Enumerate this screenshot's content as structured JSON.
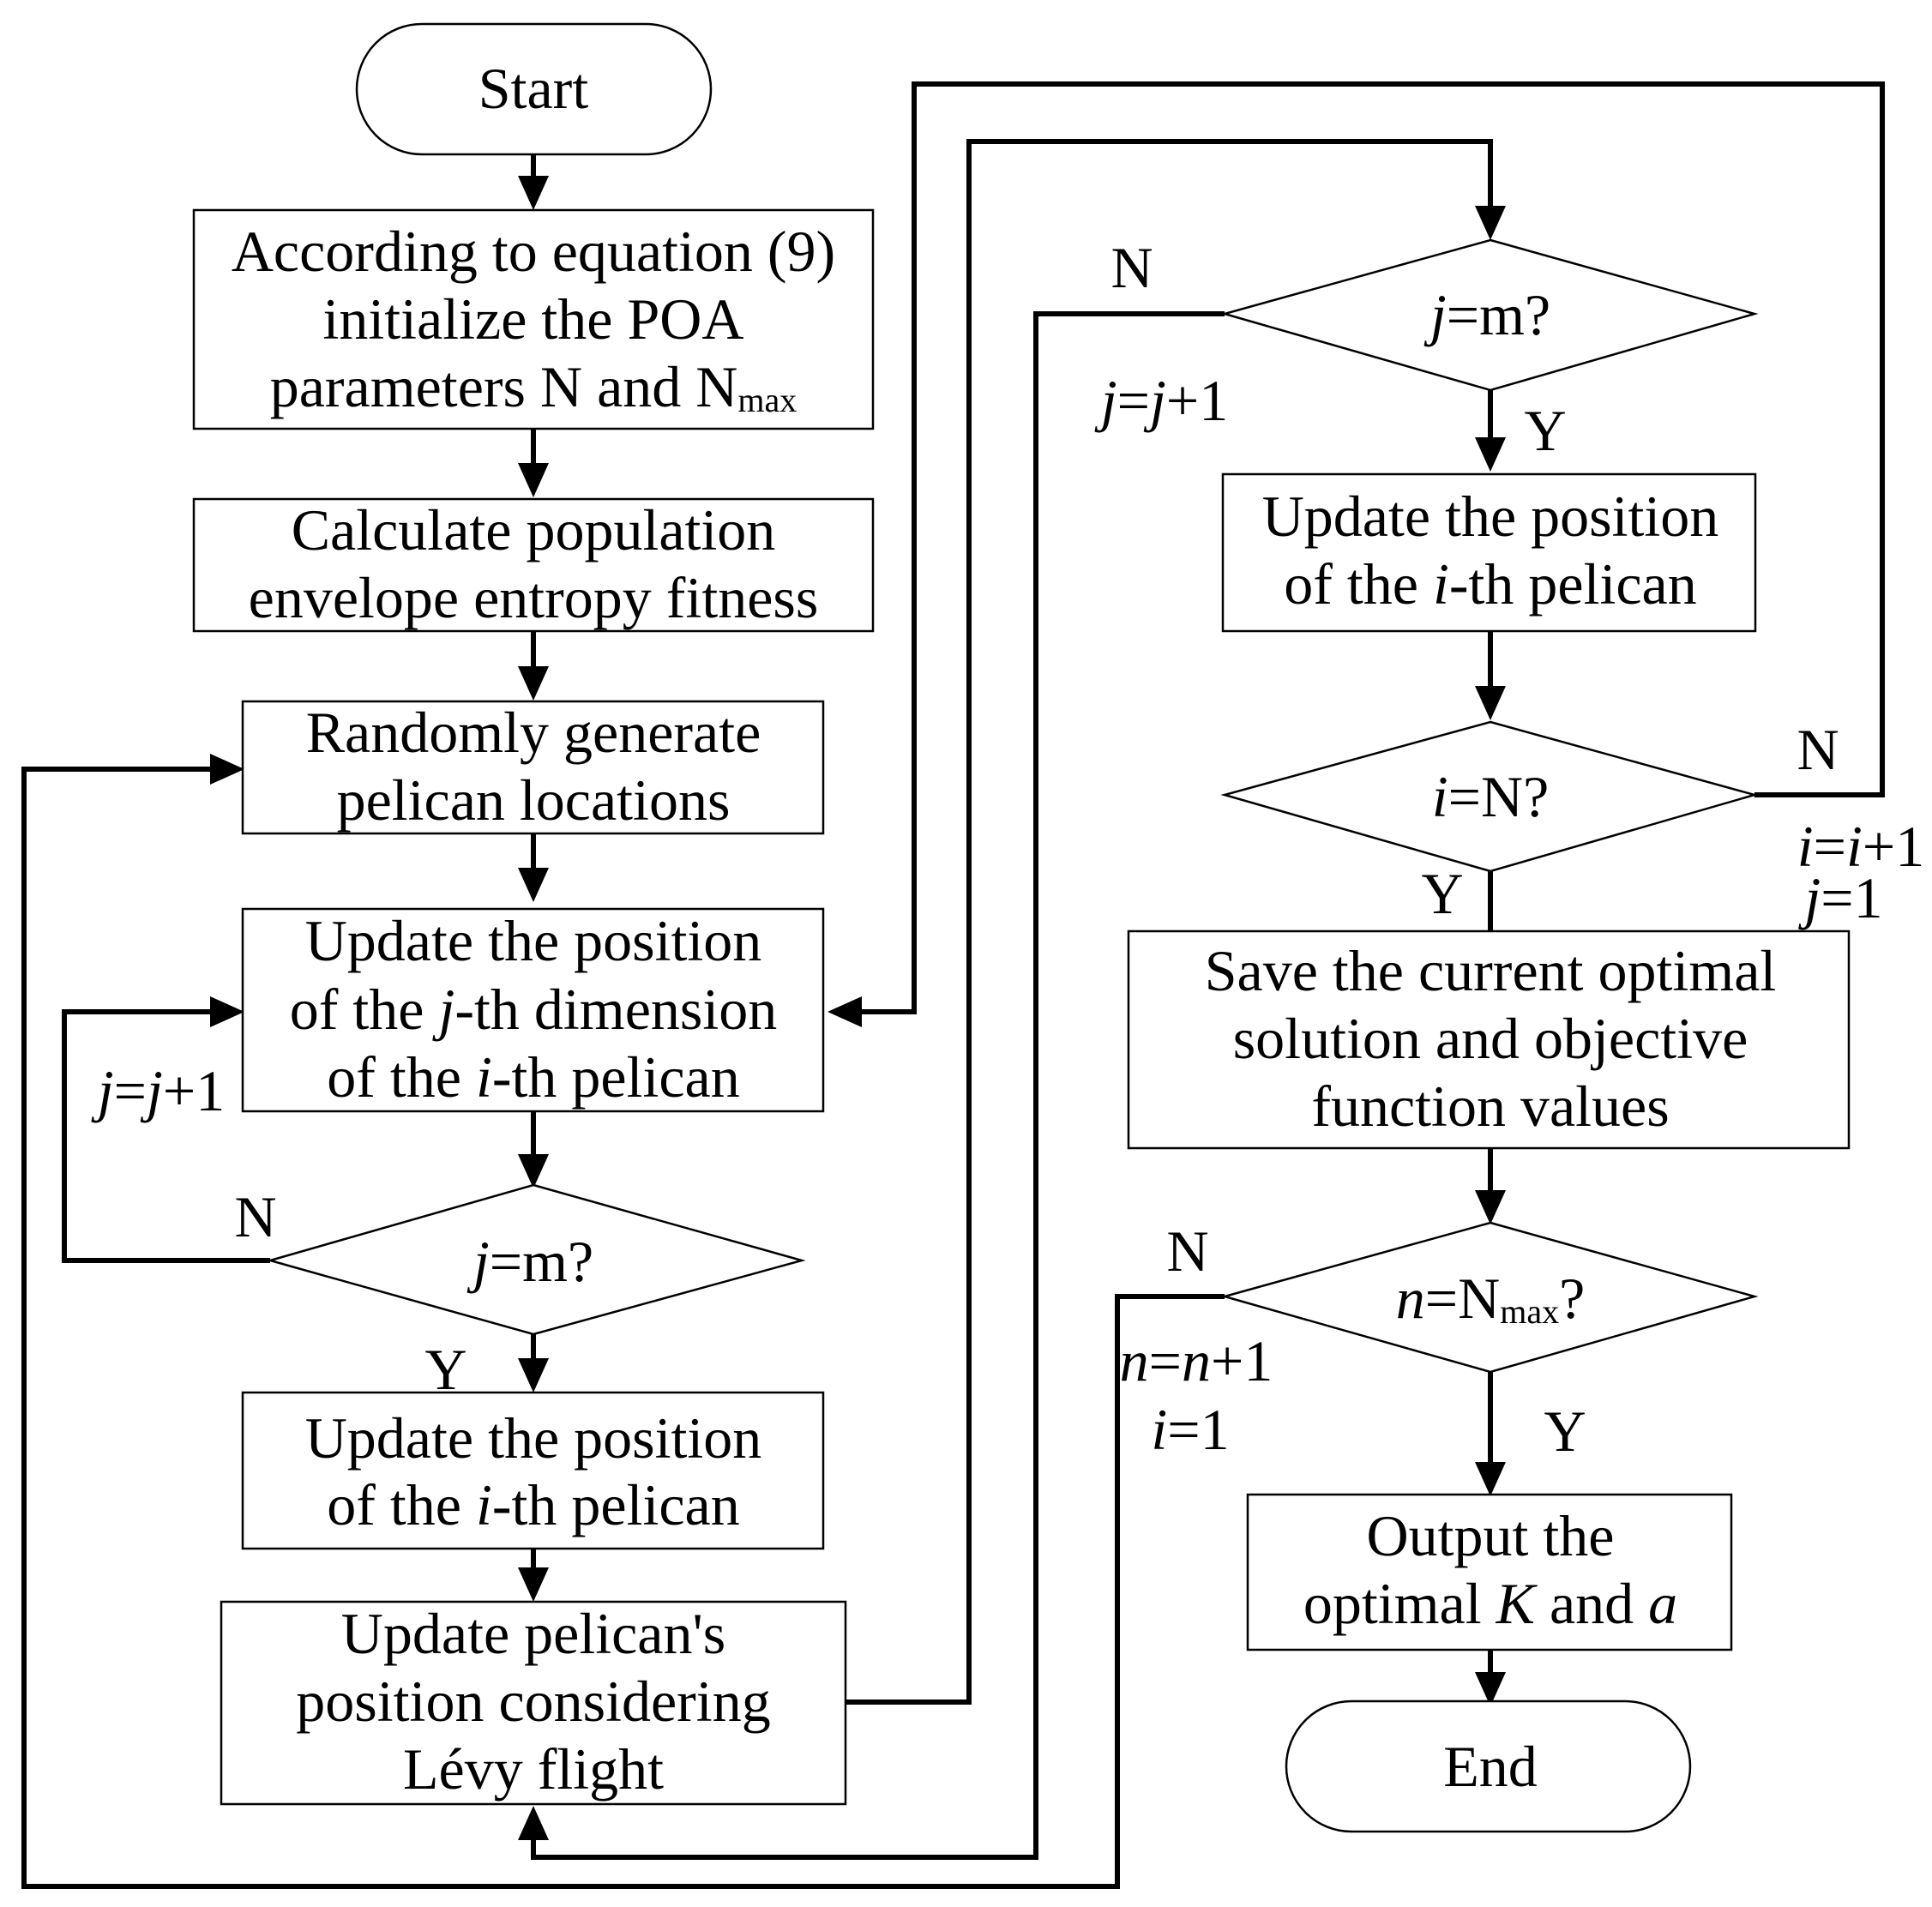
{
  "nodes": {
    "start": "Start",
    "init": {
      "line1": "According to equation (9)",
      "line2": "initialize the POA",
      "line3": "parameters N and N",
      "line3_sub": "max"
    },
    "fitness": {
      "line1": "Calculate population",
      "line2": "envelope entropy fitness"
    },
    "random": {
      "line1": "Randomly generate",
      "line2": "pelican locations"
    },
    "update_j": {
      "line1": "Update the position",
      "line2_a": "of the ",
      "line2_var": "j",
      "line2_b": "-th dimension",
      "line3_a": "of the ",
      "line3_var": "i",
      "line3_b": "-th pelican"
    },
    "decision_j_left": {
      "var": "j",
      "rest": "=m?"
    },
    "update_i_left": {
      "line1": "Update the position",
      "line2_a": "of the ",
      "line2_var": "i",
      "line2_b": "-th pelican"
    },
    "levy": {
      "line1": "Update pelican's",
      "line2": "position considering",
      "line3": "Lévy  flight"
    },
    "decision_j_right": {
      "var": "j",
      "rest": "=m?"
    },
    "update_i_right": {
      "line1": "Update the position",
      "line2_a": "of the ",
      "line2_var": "i",
      "line2_b": "-th pelican"
    },
    "decision_i": {
      "var": "i",
      "rest": "=N?"
    },
    "save": {
      "line1": "Save the current optimal",
      "line2": "solution and objective",
      "line3": "function values"
    },
    "decision_n": {
      "var": "n",
      "mid": "=N",
      "sub": "max",
      "rest": "?"
    },
    "output": {
      "line1": "Output the",
      "line2_a": "optimal ",
      "line2_k": "K",
      "line2_b": " and ",
      "line2_a2": "a"
    },
    "end": "End"
  },
  "labels": {
    "yes": "Y",
    "no": "N",
    "j_inc": {
      "v1": "j",
      "eq": "=",
      "v2": "j",
      "rest": "+1"
    },
    "i_inc": {
      "v1": "i",
      "eq": "=",
      "v2": "i",
      "rest": "+1"
    },
    "j_reset": {
      "v1": "j",
      "rest": "=1"
    },
    "n_inc": {
      "v1": "n",
      "eq": "=",
      "v2": "n",
      "rest": "+1"
    },
    "i_reset": {
      "v1": "i",
      "rest": "=1"
    }
  }
}
